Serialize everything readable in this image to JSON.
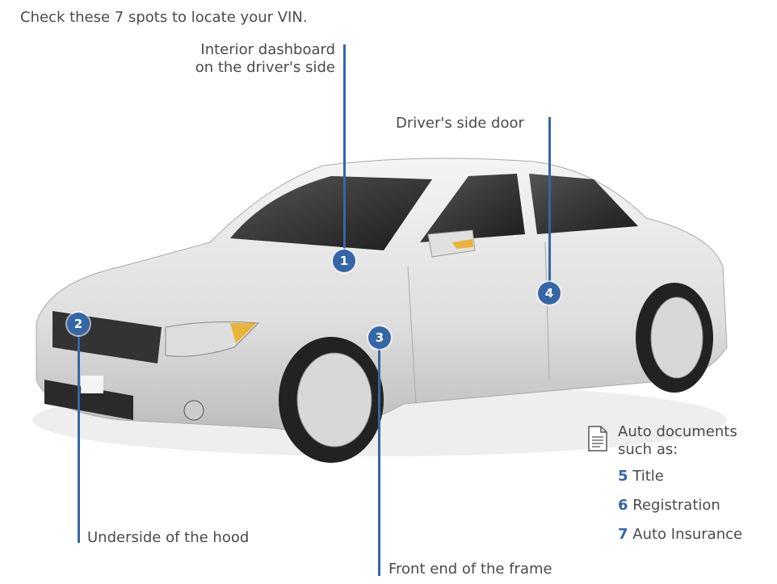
{
  "title": "Check these 7 spots to locate your VIN.",
  "spots": [
    {
      "number": "1",
      "label_lines": [
        "Interior dashboard",
        "on the driver's side"
      ]
    },
    {
      "number": "2",
      "label": "Underside of the hood"
    },
    {
      "number": "3",
      "label": "Front end of the frame"
    },
    {
      "number": "4",
      "label": "Driver's side door"
    }
  ],
  "documents": {
    "icon": "document-icon",
    "heading_lines": [
      "Auto documents",
      "such as:"
    ],
    "items": [
      {
        "number": "5",
        "label": "Title"
      },
      {
        "number": "6",
        "label": "Registration"
      },
      {
        "number": "7",
        "label": "Auto Insurance"
      }
    ]
  },
  "colors": {
    "accent": "#3566a8",
    "text": "#4a4a4a"
  }
}
